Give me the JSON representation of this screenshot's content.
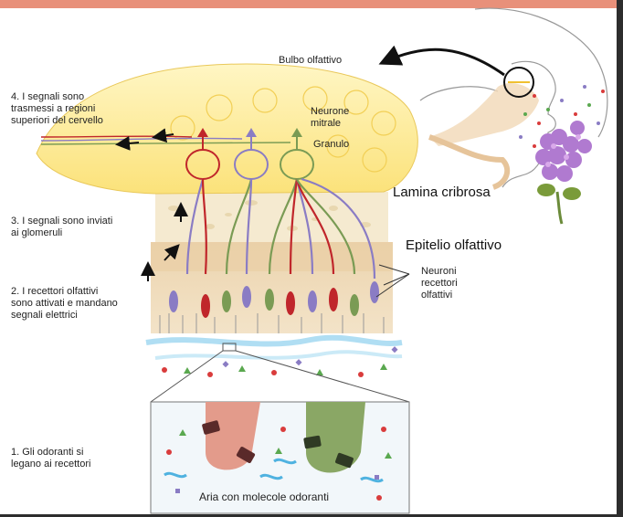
{
  "labels": {
    "bulbo": "Bulbo olfattivo",
    "neurone_mitrale": "Neurone\nmitrale",
    "granulo": "Granulo",
    "lamina": "Lamina cribrosa",
    "epitelio": "Epitelio olfattivo",
    "neuroni_recettori": "Neuroni\nrecettori\nolfattivi",
    "aria": "Aria con molecole odoranti"
  },
  "steps": [
    {
      "text": "4. I segnali sono\ntrasmessi a regioni\nsuperiori del cervello"
    },
    {
      "text": "3. I segnali sono inviati\nai glomeruli"
    },
    {
      "text": "2. I recettori olfattivi\nsono attivati e mandano\nsegnali elettrici"
    },
    {
      "text": "1. Gli odoranti si\nlegano ai recettori"
    }
  ],
  "colors": {
    "accent_bar": "#e8907a",
    "bulb": "#fbe98a",
    "bone": "#f3e6c6",
    "epithelium": "#e9cfa7",
    "neuron_red": "#c0262b",
    "neuron_green": "#7a9b54",
    "neuron_purple": "#8a7cc4",
    "flower": "#b07ad0"
  }
}
